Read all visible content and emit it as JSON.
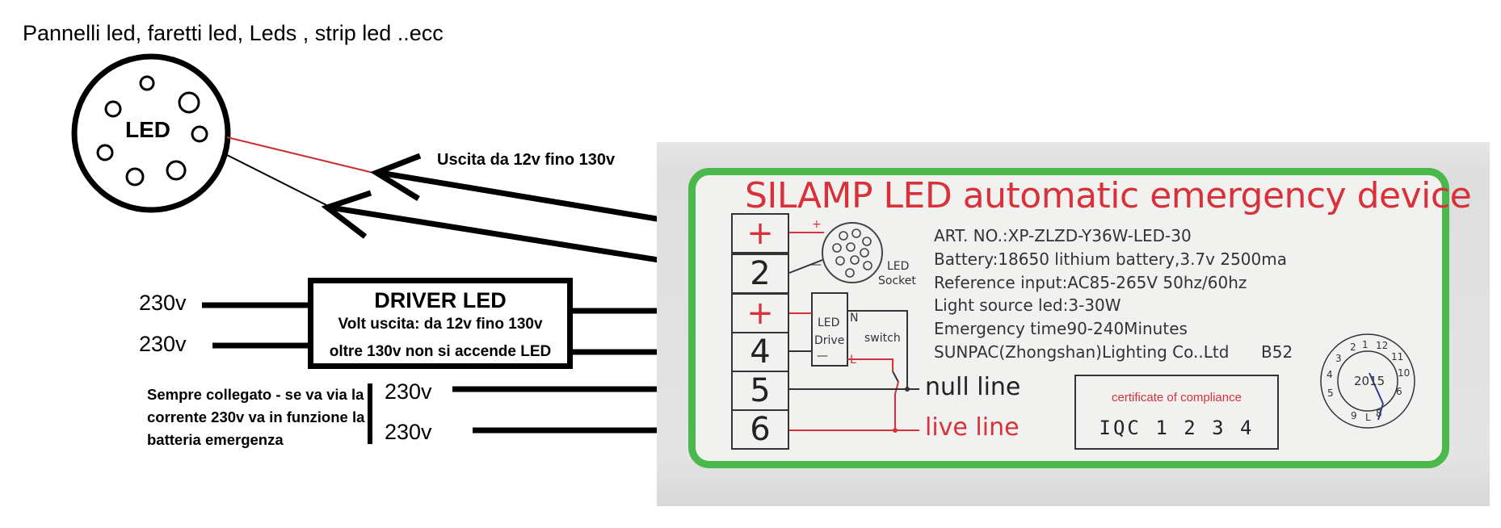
{
  "title": "Pannelli led, faretti led, Leds , strip led ..ecc",
  "led_label": "LED",
  "output_label": "Uscita da 12v fino 130v",
  "voltage_labels": [
    "230v",
    "230v",
    "230v",
    "230v"
  ],
  "driver": {
    "title": "DRIVER LED",
    "line1": "Volt uscita: da 12v fino 130v",
    "line2": "oltre 130v non si accende LED"
  },
  "note": "Sempre collegato - se va via la corrente 230v va in funzione la batteria emergenza",
  "device": {
    "title": "SILAMP LED automatic emergency device",
    "specs": [
      "ART. NO.:XP-ZLZD-Y36W-LED-30",
      "Battery:18650 lithium battery,3.7v 2500ma",
      "Reference input:AC85-265V 50hz/60hz",
      "Light source led:3-30W",
      "Emergency time90-240Minutes",
      "SUNPAC(Zhongshan)Lighting Co..Ltd"
    ],
    "batch_code": "B52",
    "terminals": [
      "+",
      "2",
      "+",
      "4",
      "5",
      "6"
    ],
    "terminal_plus_small": "+",
    "terminal_minus_small": "—",
    "led_socket_label_1": "LED",
    "led_socket_label_2": "Socket",
    "led_drive_label_1": "LED",
    "led_drive_label_2": "Drive",
    "drive_minus": "—",
    "n_label": "N",
    "l_label": "L",
    "switch_label": "switch",
    "null_line": "null line",
    "live_line": "live line",
    "certificate_title": "certificate of compliance",
    "certificate_code": "IQC 1 2 3 4",
    "date_stamp_year": "2015",
    "date_stamp_numbers": [
      "1",
      "2",
      "3",
      "4",
      "5",
      "6",
      "7",
      "8",
      "9",
      "10",
      "11",
      "12"
    ],
    "date_stamp_letter": "L"
  },
  "colors": {
    "red_wire": "#c83030",
    "label_red": "#d8313a",
    "frame_green": "#4ab84a",
    "stamp_blue": "#2b3f8f"
  }
}
